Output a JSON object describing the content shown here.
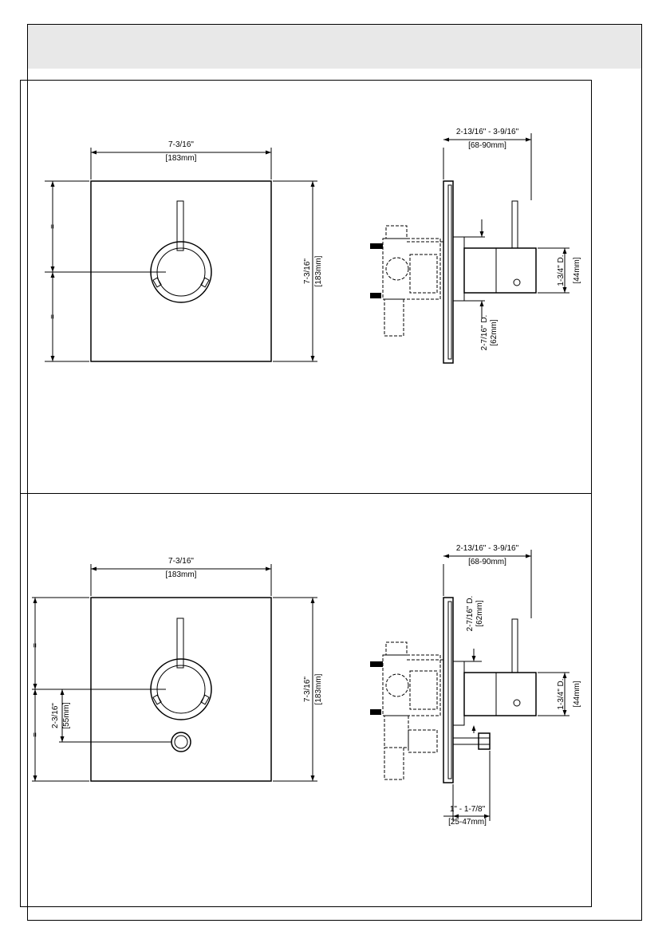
{
  "top_panel": {
    "front_view": {
      "width_imperial": "7-3/16\"",
      "width_metric": "[183mm]",
      "height_imperial": "7-3/16\"",
      "height_metric": "[183mm]",
      "equal_mark_upper": "=",
      "equal_mark_lower": "="
    },
    "side_view": {
      "depth_imperial": "2-13/16\" - 3-9/16\"",
      "depth_metric": "[68-90mm]",
      "escutcheon_dia_imperial": "2-7/16\" D.",
      "escutcheon_dia_metric": "[62mm]",
      "handle_dia_imperial": "1-3/4\" D.",
      "handle_dia_metric": "[44mm]"
    }
  },
  "bottom_panel": {
    "front_view": {
      "width_imperial": "7-3/16\"",
      "width_metric": "[183mm]",
      "height_imperial": "7-3/16\"",
      "height_metric": "[183mm]",
      "offset_imperial": "2-3/16\"",
      "offset_metric": "[55mm]",
      "equal_mark_upper": "=",
      "equal_mark_lower": "="
    },
    "side_view": {
      "depth_imperial": "2-13/16\" - 3-9/16\"",
      "depth_metric": "[68-90mm]",
      "escutcheon_dia_imperial": "2-7/16\" D.",
      "escutcheon_dia_metric": "[62mm]",
      "handle_dia_imperial": "1-3/4\" D.",
      "handle_dia_metric": "[44mm]",
      "diverter_imperial": "1\" - 1-7/8\"",
      "diverter_metric": "[25-47mm]"
    }
  }
}
